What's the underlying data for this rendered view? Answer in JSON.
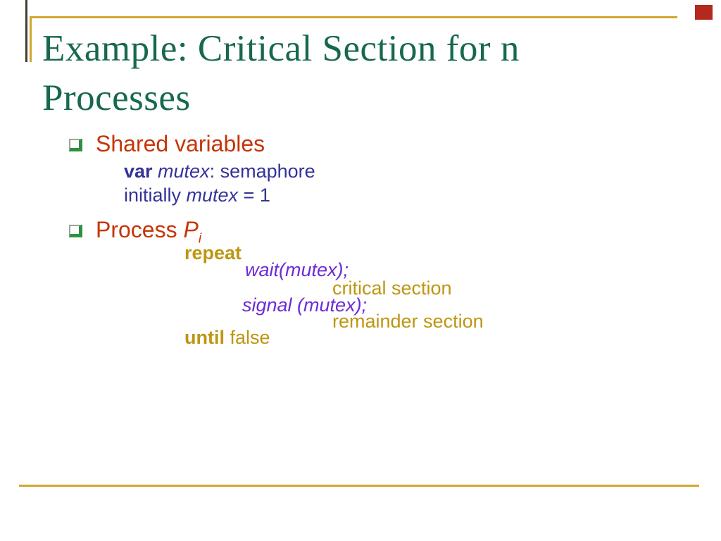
{
  "colors": {
    "title-green": "#17694b",
    "line-gold": "#d2a62e",
    "text-gold": "#bd9612",
    "red-accent": "#b5281e",
    "bullet-red": "#c63508",
    "code-navy": "#333399",
    "code-violet": "#6d2bd6",
    "bullet-border-green": "#2f9140",
    "bullet-border-gray": "#9aa79a",
    "tick-dark": "#3f3f33"
  },
  "title": {
    "line1": "Example: Critical Section for n",
    "line2": "Processes"
  },
  "bullets": {
    "shared_label": "Shared variables",
    "process_prefix": "Process ",
    "process_var": "P",
    "process_sub": "i"
  },
  "shared": {
    "var_keyword": "var",
    "var_name": " mutex",
    "var_type": ": semaphore",
    "init_word": "initially ",
    "init_var": "mutex",
    "init_value": " = 1"
  },
  "code": {
    "repeat_keyword": "repeat",
    "wait_statement": "wait(mutex);",
    "critical_label": "critical section",
    "signal_statement": "signal (mutex);",
    "remainder_label": "remainder section",
    "until_keyword": "until",
    "until_value": " false"
  }
}
